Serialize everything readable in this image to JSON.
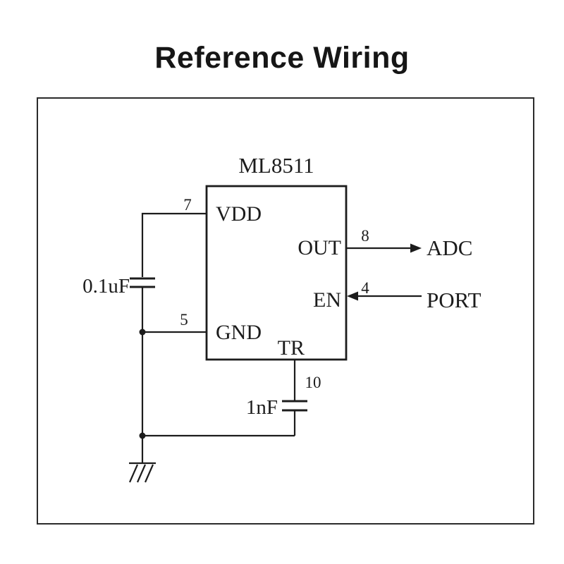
{
  "page": {
    "title": "Reference Wiring"
  },
  "circuit": {
    "ic_name": "ML8511",
    "pins": {
      "vdd": {
        "label": "VDD",
        "number": "7"
      },
      "gnd": {
        "label": "GND",
        "number": "5"
      },
      "out": {
        "label": "OUT",
        "number": "8"
      },
      "en": {
        "label": "EN",
        "number": "4"
      },
      "tr": {
        "label": "TR",
        "number": "10"
      }
    },
    "capacitors": {
      "decoupling": {
        "value": "0.1uF"
      },
      "trigger": {
        "value": "1nF"
      }
    },
    "connections": {
      "adc_label": "ADC",
      "port_label": "PORT"
    },
    "colors": {
      "line": "#1c1c1c",
      "background": "#ffffff"
    }
  }
}
